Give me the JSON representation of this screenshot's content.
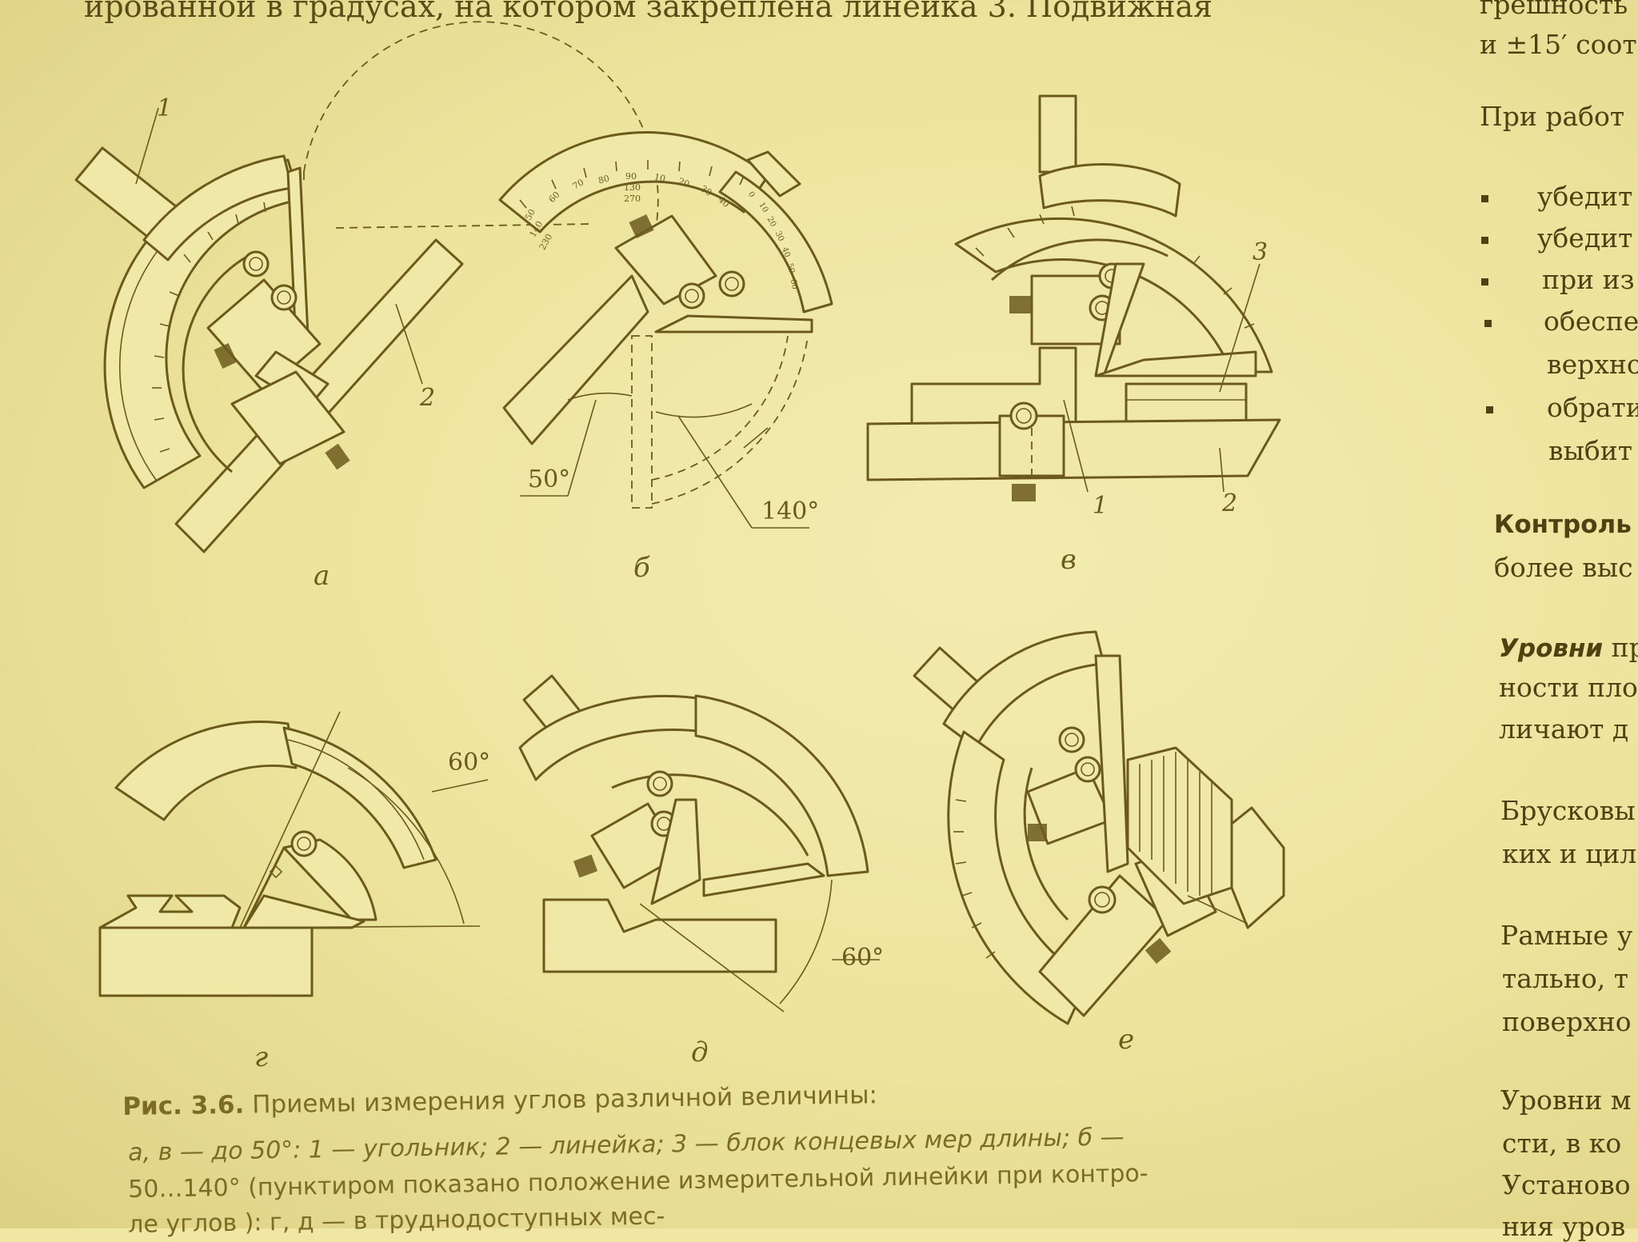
{
  "top_text": "ированной в градусах, на котором закреплена линейка 3. Подвижная",
  "right_column": {
    "line1": "грешность",
    "line2": "и ±15′ соот",
    "para_intro": "При работ",
    "bullets": [
      "убедит",
      "убедит",
      "при из",
      "обеспе",
      "обрати"
    ],
    "bullet4_cont": "верхно",
    "bullet5_cont": "выбит",
    "control_heading": "Контроль",
    "control_cont": "более выс",
    "levels_heading": "Уровни",
    "levels_rest": " пр",
    "levels_line2": "ности пло",
    "levels_line3": "личают д",
    "bar_line1": "Брусковы",
    "bar_line2": "ких и цил",
    "frame_line1": "Рамные у",
    "frame_line2": "тально, т",
    "frame_line3": "поверхно",
    "last_line1": "Уровни м",
    "last_line2": "сти, в ко",
    "last_line3": "Установо",
    "last_line4": "ния уров"
  },
  "figures": {
    "labels": [
      "а",
      "б",
      "в",
      "г",
      "д",
      "е"
    ],
    "callout_a1": "1",
    "callout_a2": "2",
    "callout_v1": "1",
    "callout_v2": "2",
    "callout_v3": "3",
    "angle_b1": "50°",
    "angle_b2": "140°",
    "angle_g": "60°",
    "angle_d": "60°",
    "scale_b": [
      "50",
      "60",
      "70",
      "80",
      "90",
      "10",
      "20",
      "30",
      "40",
      "140",
      "130",
      "270",
      "230"
    ],
    "scale_b_vernier": [
      "0",
      "10",
      "20",
      "30",
      "40",
      "50",
      "60"
    ]
  },
  "caption": {
    "label": "Рис. 3.6.",
    "title": " Приемы измерения углов различной величины:",
    "line2": "а, в — до 50°: 1 — угольник; 2 — линейка; 3 — блок концевых мер длины; б —",
    "line3": "50…140° (пунктиром показано положение измерительной линейки при контро-",
    "line4": "ле углов                                                     ): г, д — в труднодоступных мес-"
  }
}
